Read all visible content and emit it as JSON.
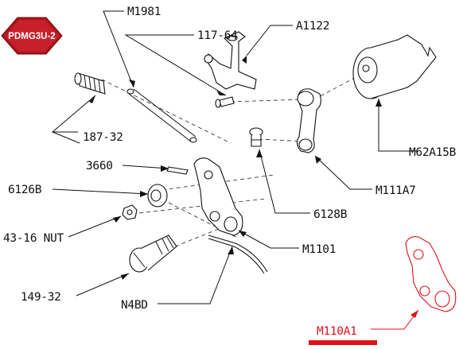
{
  "badge": {
    "text": "PDMG3U-2",
    "color": "#b0141c"
  },
  "labels": {
    "m1981": "M1981",
    "p117_64": "117-64",
    "a1122": "A1122",
    "p187_32": "187-32",
    "p3660": "3660",
    "p6126b": "6126B",
    "p43_16": "43-16 NUT",
    "p149_32": "149-32",
    "n4bd": "N4BD",
    "m1101": "M1101",
    "p6128b": "6128B",
    "m111a7": "M111A7",
    "m62a15b": "M62A15B",
    "m110a1": "M110A1"
  },
  "colors": {
    "highlight": "#e0101a",
    "line": "#111111"
  }
}
